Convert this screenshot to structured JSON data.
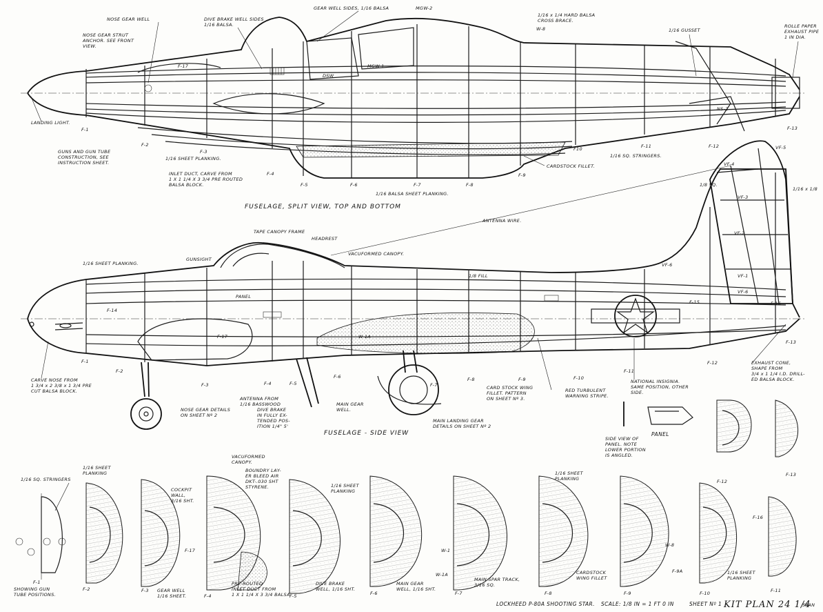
{
  "drawing": {
    "views": {
      "top_view_title": "FUSELAGE, SPLIT VIEW, TOP AND BOTTOM",
      "side_view_title": "FUSELAGE - SIDE VIEW",
      "panel_title": "PANEL"
    },
    "top_labels": {
      "nose_gear_well": "NOSE GEAR WELL",
      "nose_strut_1": "NOSE GEAR STRUT",
      "nose_strut_2": "ANCHOR. SEE FRONT",
      "nose_strut_3": "VIEW.",
      "dive_brake_1": "DIVE BRAKE WELL SIDES",
      "dive_brake_2": "1/16 BALSA.",
      "gear_well_sides": "GEAR WELL SIDES, 1/16 BALSA",
      "mgw2": "MGW-2",
      "cross_brace_1": "1/16 x 1/4 HARD BALSA",
      "cross_brace_2": "CROSS BRACE.",
      "w8": "W-8",
      "gusset": "1/16 GUSSET",
      "exhaust_1": "ROLLE PAPER",
      "exhaust_2": "EXHAUST PIPE",
      "exhaust_3": "1 IN DIA.",
      "f17": "F-17",
      "dsw": "DSW",
      "mgw1": "MGW-1",
      "ns2": "NS-2",
      "landing_light": "LANDING LIGHT.",
      "guns_1": "GUNS AND GUN TUBE",
      "guns_2": "CONSTRUCTION, SEE",
      "guns_3": "INSTRUCTION SHEET.",
      "sheet_planking": "1/16 SHEET PLANKING.",
      "inlet_1": "INLET DUCT, CARVE FROM",
      "inlet_2": "1 X 1 1/4 X 3 3/4 PRE ROUTED",
      "inlet_3": "BALSA BLOCK.",
      "balsa_planking": "1/16 BALSA SHEET PLANKING.",
      "cardstock_fillet": "CARDSTOCK FILLET.",
      "stringers": "1/16 SQ. STRINGERS.",
      "vf5": "VF-5",
      "vf4": "VF-4",
      "f1": "F-1",
      "f2": "F-2",
      "f3": "F-3",
      "f4": "F-4",
      "f5": "F-5",
      "f6": "F-6",
      "f7": "F-7",
      "f8": "F-8",
      "f9": "F-9",
      "f10": "F10",
      "f11": "F-11",
      "f12": "F-12",
      "f13": "F-13"
    },
    "side_labels": {
      "antenna_wire": "ANTENNA WIRE.",
      "tape_canopy": "TAPE CANOPY FRAME",
      "headrest": "HEADREST",
      "vacuformed_canopy": "VACUFORMED CANOPY.",
      "gunsight": "GUNSIGHT",
      "sheet_planking": "1/16 SHEET PLANKING.",
      "fill": "1/8 FILL",
      "panel": "PANEL",
      "vf1": "VF-1",
      "vf2": "VF-2",
      "vf3": "VF-3",
      "vf4": "VF-4",
      "vf6": "VF-6",
      "sq18": "1/8 SQ.",
      "x116": "1/16 x 1/8",
      "f14": "F-14",
      "f15": "F-15",
      "f16": "F-16",
      "f17": "F-17",
      "w1a": "W-1A",
      "carve_1": "CARVE NOSE FROM",
      "carve_2": "1 3/4 x 2 3/8 x 1 3/4 PRE",
      "carve_3": "CUT BALSA BLOCK.",
      "nose_detail_1": "NOSE GEAR DETAILS",
      "nose_detail_2": "ON SHEET Nº 2",
      "antenna_from_1": "ANTENNA FROM",
      "antenna_from_2": "1/16 BASSWOOD",
      "dive_brake_1": "DIVE BRAKE",
      "dive_brake_2": "IN FULLY EX-",
      "dive_brake_3": "TENDED POS-",
      "dive_brake_4": "ITION 1/4\" 5'",
      "main_gear_1": "MAIN GEAR",
      "main_gear_2": "WELL.",
      "cardstock_1": "CARD STOCK WING",
      "cardstock_2": "FILLET. PATTERN",
      "cardstock_3": "ON SHEET Nº 3.",
      "turbulent_1": "RED TURBULENT",
      "turbulent_2": "WARNING STRIPE.",
      "insignia_1": "NATIONAL INSIGNIA.",
      "insignia_2": "SAME POSITION, OTHER",
      "insignia_3": "SIDE.",
      "exhaust_1": "EXHAUST CONE,",
      "exhaust_2": "SHAPE FROM",
      "exhaust_3": "3/4 x 1 1/4 I.D. DRILL-",
      "exhaust_4": "ED BALSA BLOCK.",
      "main_landing_1": "MAIN LANDING GEAR",
      "main_landing_2": "DETAILS ON SHEET Nº 2",
      "f1": "F-1",
      "f2": "F-2",
      "f3": "F-3",
      "f4": "F-4",
      "f5": "F-5",
      "f6": "F-6",
      "f7": "F-7",
      "f8": "F-8",
      "f9": "F-9",
      "f10": "F-10",
      "f11": "F-11",
      "f12": "F-12",
      "f13": "F-13"
    },
    "panel_note": {
      "line1": "SIDE VIEW OF",
      "line2": "PANEL. NOTE",
      "line3": "LOWER PORTION",
      "line4": "IS ANGLED."
    },
    "formers": {
      "stringers": "1/16 SQ. STRINGERS",
      "planking_1": "1/16 SHEET",
      "planking_2": "PLANKING",
      "cockpit_1": "COCKPIT",
      "cockpit_2": "WALL,",
      "cockpit_3": "3/16 SHT.",
      "gear_well_1": "GEAR WELL",
      "gear_well_2": "1/16 SHEET.",
      "vacuformed_1": "VACUFORMED",
      "vacuformed_2": "CANOPY.",
      "boundary_1": "BOUNDRY LAY-",
      "boundary_2": "ER BLEED AIR",
      "boundary_3": "DKT-.030 SHT",
      "boundary_4": "STYRENE.",
      "sheet_planking_1": "1/16 SHEET",
      "sheet_planking_2": "PLANKING",
      "preroute_1": "PRE-ROUTED",
      "preroute_2": "INLET DUCT FROM",
      "preroute_3": "1 X 1 1/4 X 3 3/4 BALSA",
      "dive_1": "DIVE BRAKE",
      "dive_2": "WELL, 1/16 SHT.",
      "main_gear_1": "MAIN GEAR",
      "main_gear_2": "WELL, 1/16 SHT.",
      "spar_1": "MAIN SPAR TRACK,",
      "spar_2": "3/16 SQ.",
      "w1": "W-1",
      "w1a": "W-1A",
      "w8": "W-8",
      "f9a": "F-9A",
      "fillet_1": "CARDSTOCK",
      "fillet_2": "WING FILLET",
      "planking_f10_1": "1/16 SHEET",
      "planking_f10_2": "PLANKING",
      "f17": "F-17",
      "f16": "F-16",
      "showing_1": "SHOWING GUN",
      "showing_2": "TUBE POSITIONS.",
      "f1": "F-1",
      "f2": "F-2",
      "f3": "F-3",
      "f4": "F-4",
      "f5": "F-5",
      "f6": "F-6",
      "f7": "F-7",
      "f8": "F-8",
      "f9": "F-9",
      "f10": "F-10",
      "f11": "F-11",
      "f12": "F-12",
      "f13": "F-13"
    },
    "title_block": {
      "aircraft": "LOCKHEED P-80A SHOOTING STAR.",
      "scale": "SCALE: 1/8 IN = 1 FT 0 IN",
      "sheet": "SHEET Nº 1",
      "plan": "KIT PLAN 24 1/4",
      "span": "SPAN"
    }
  }
}
